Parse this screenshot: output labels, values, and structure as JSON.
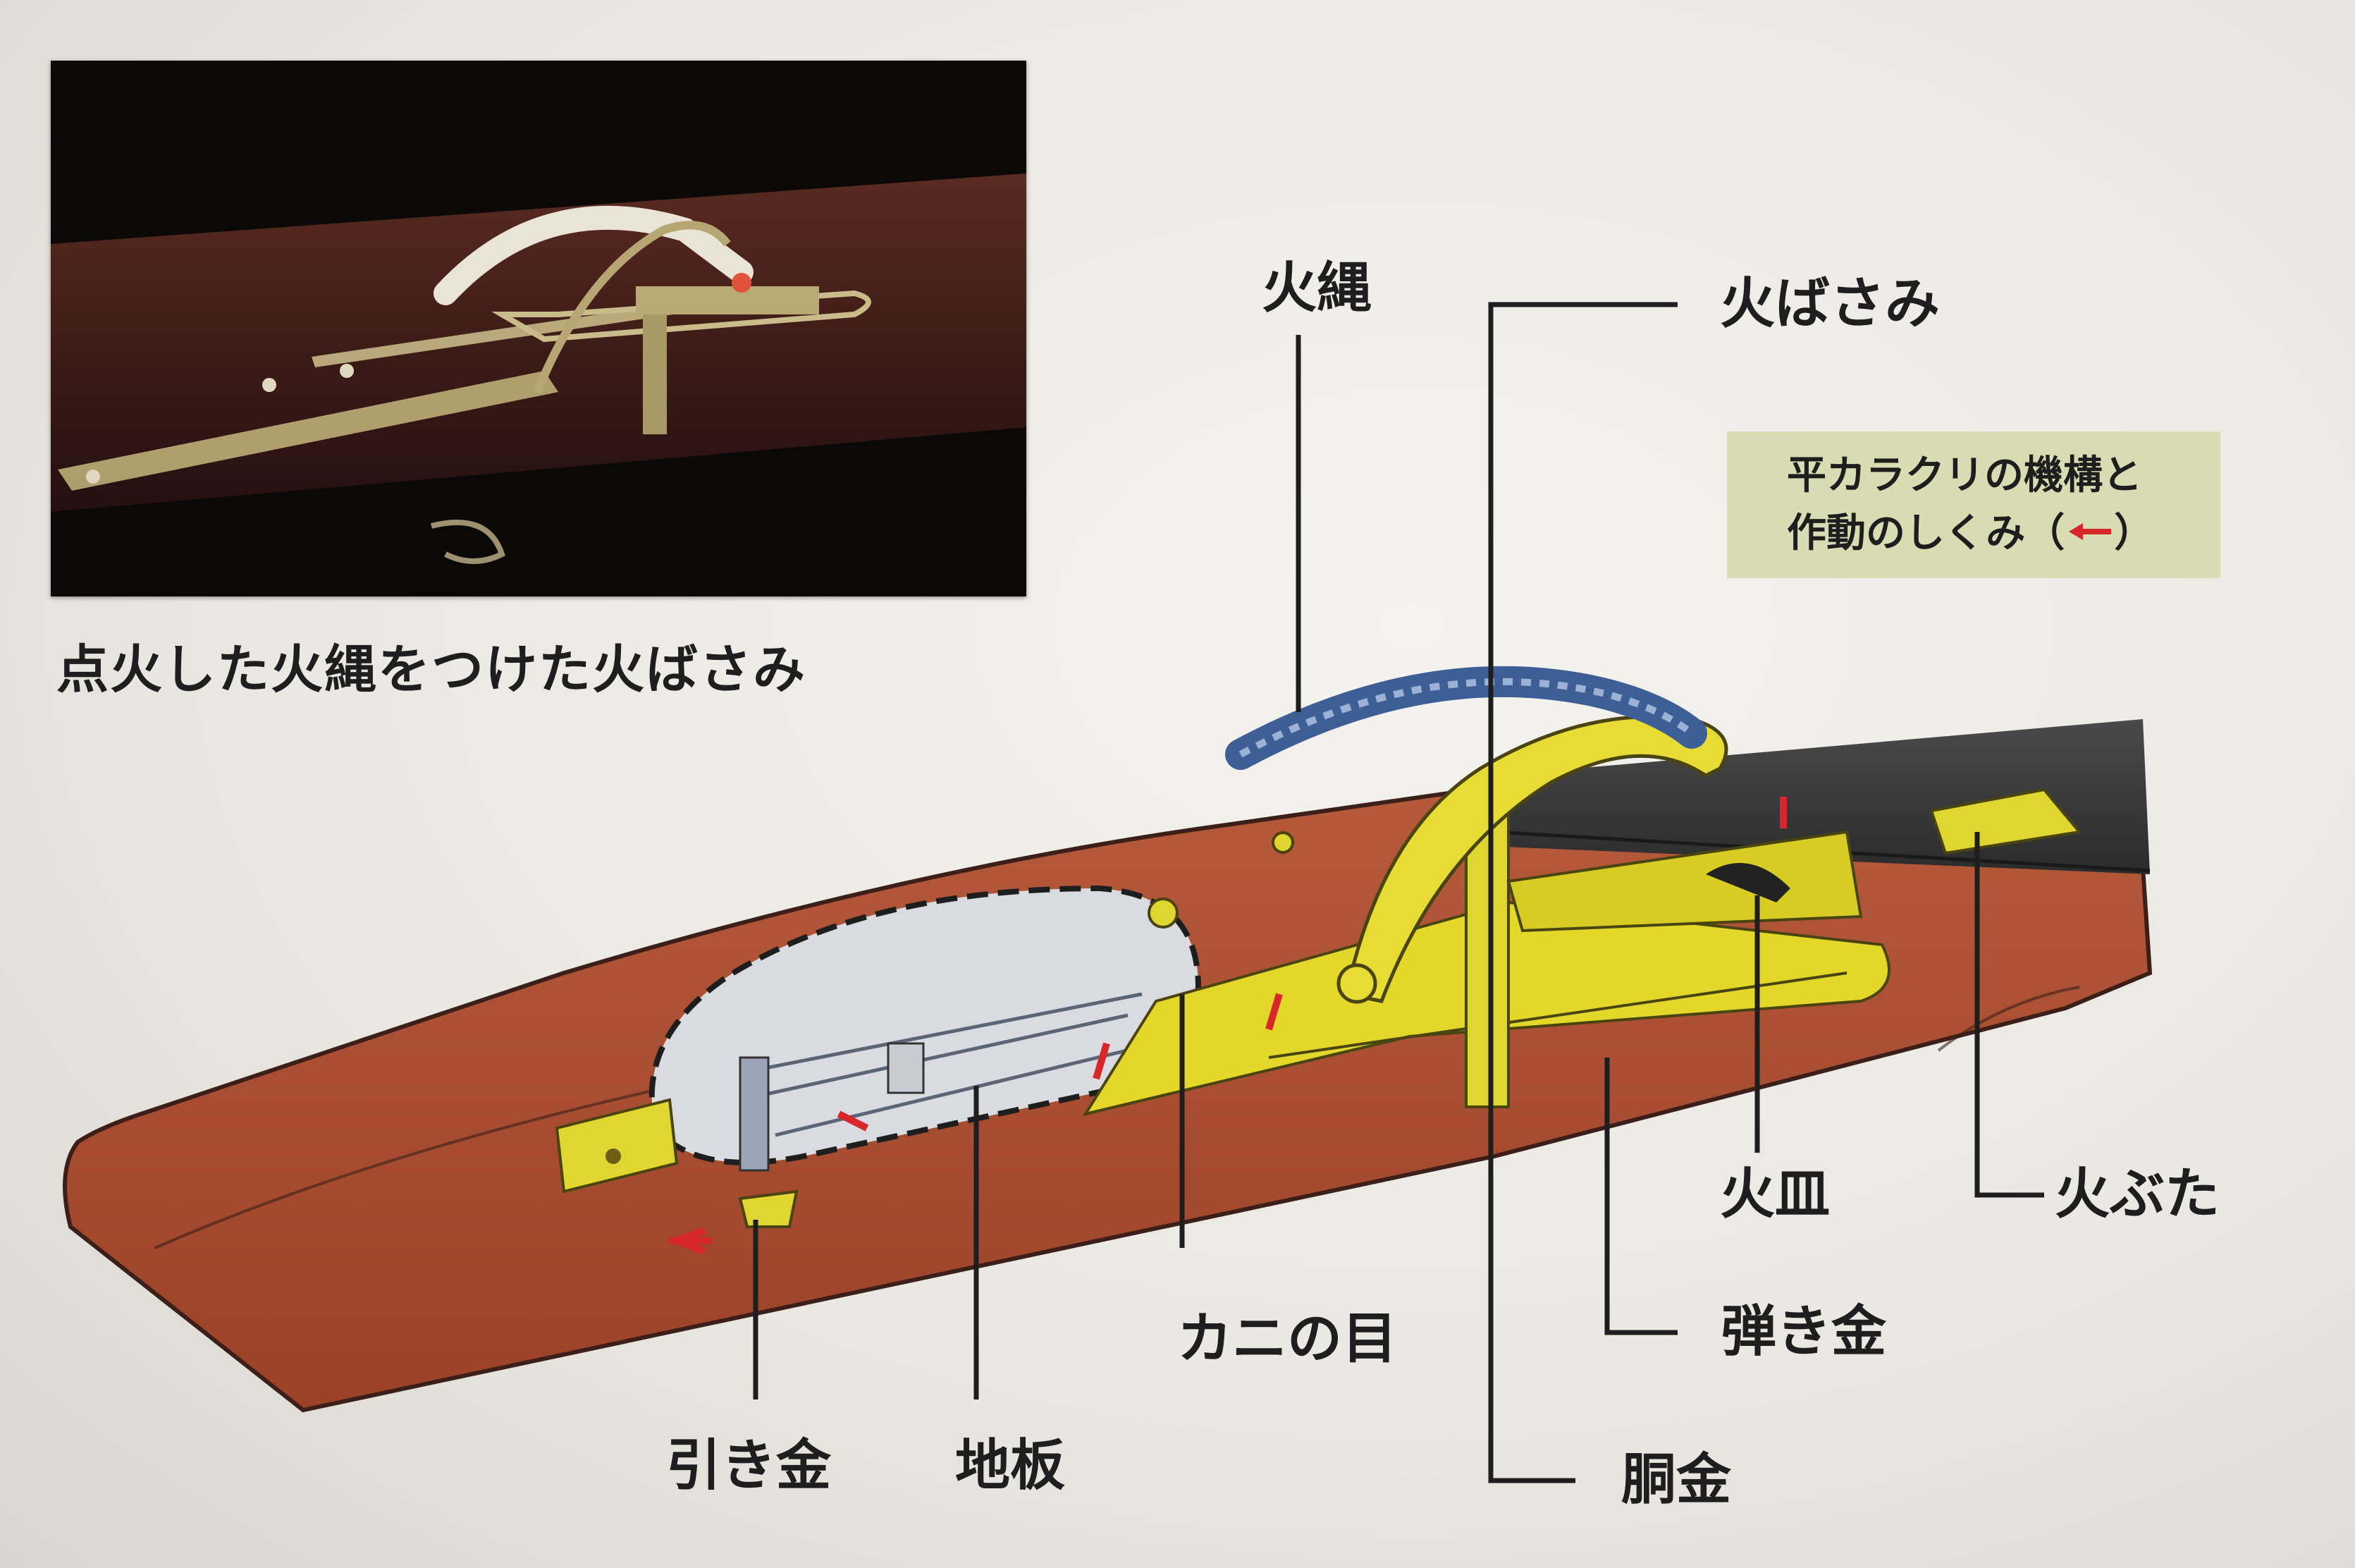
{
  "photo": {
    "caption": "点火した火縄をつけた火ばさみ"
  },
  "legend": {
    "line1": "平カラクリの機構と",
    "line2_prefix": "作動のしくみ（",
    "line2_suffix": "）",
    "arrow_color": "#d8262b"
  },
  "labels": {
    "hinawa": "火縄",
    "hibasami": "火ばさみ",
    "hizara": "火皿",
    "hibuta": "火ぶた",
    "kaninome": "カニの目",
    "hajikigane": "弾き金",
    "hikigane": "引き金",
    "jiita": "地板",
    "dougane": "胴金"
  },
  "colors": {
    "wood": "#a24a2e",
    "brass": "#e0d630",
    "lock_plate": "#d9dbe0",
    "cord": "#3d5f95",
    "action_arrow": "#d8262b",
    "leader_line": "#1e1e1e"
  }
}
